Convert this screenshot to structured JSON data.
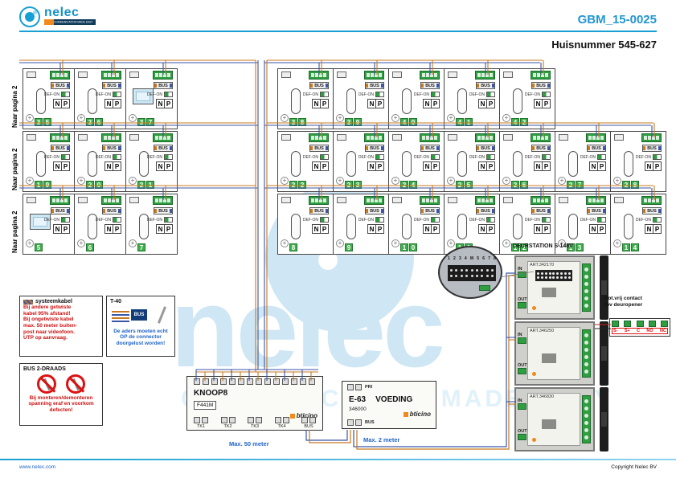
{
  "header": {
    "logo_text": "nelec",
    "tagline": "COMMUNICATION MADE EASY",
    "doc_number": "GBM_15-0025",
    "subtitle": "Huisnummer 545-627"
  },
  "page_refs": [
    "Naar pagina 2",
    "Naar pagina 2",
    "Naar pagina 2"
  ],
  "unit_labels": {
    "bus": "BUS",
    "def_on": "DEF-ON",
    "n": "N",
    "p": "P"
  },
  "unit_rows": [
    {
      "left": [
        {
          "num": "35"
        },
        {
          "num": "36"
        },
        {
          "num": "37",
          "video": true
        }
      ],
      "right": [
        {
          "num": "38"
        },
        {
          "num": "39"
        },
        {
          "num": "40"
        },
        {
          "num": "41"
        },
        {
          "num": "42"
        }
      ]
    },
    {
      "left": [
        {
          "num": "19"
        },
        {
          "num": "20"
        },
        {
          "num": "21"
        }
      ],
      "right": [
        {
          "num": "22"
        },
        {
          "num": "23"
        },
        {
          "num": "24"
        },
        {
          "num": "25"
        },
        {
          "num": "26"
        },
        {
          "num": "27"
        },
        {
          "num": "28"
        }
      ]
    },
    {
      "left": [
        {
          "num": "5",
          "video": true
        },
        {
          "num": "6"
        },
        {
          "num": "7"
        }
      ],
      "right": [
        {
          "num": "8"
        },
        {
          "num": "9"
        },
        {
          "num": "10"
        },
        {
          "num": "11"
        },
        {
          "num": "12"
        },
        {
          "num": "13"
        },
        {
          "num": "14"
        }
      ]
    }
  ],
  "notes": {
    "system_cable": {
      "title": "systeemkabel",
      "lines": [
        "Bij andere getwiste",
        "kabel 95% afstand!",
        "Bij ongetwiste kabel",
        "max. 50 meter buiten-",
        "post naar videofoon.",
        "UTP op aanvraag."
      ]
    },
    "t40": {
      "title": "T-40",
      "bus_label": "BUS",
      "note": "De aders moeten echt OP de connector doorgelust worden!"
    },
    "bus2": {
      "title": "BUS 2-DRAADS",
      "warning": "Bij monteren/demonteren spanning eraf en voorkom defecten!"
    }
  },
  "knoop8": {
    "name": "KNOOP8",
    "model": "F441M",
    "brand": "bticino",
    "terminals": [
      "TK1",
      "TK2",
      "TK3",
      "TK4",
      "BUS"
    ],
    "max_note": "Max. 50 meter"
  },
  "voeding": {
    "name": "E-63",
    "subtitle": "VOEDING",
    "model": "346000",
    "brand": "bticino",
    "top_terminal": "PRI",
    "bottom_terminal": "BUS",
    "max_note": "Max. 2 meter"
  },
  "deurstation": {
    "title": "DEURSTATION S-148V",
    "in_label": "IN",
    "out_label": "OUT",
    "modules": [
      {
        "art": "ART.342170"
      },
      {
        "art": "ART.346250"
      },
      {
        "art": "ART.346830"
      }
    ]
  },
  "zoom_detail": {
    "pins": [
      "1",
      "2",
      "3",
      "4",
      "M",
      "5",
      "6",
      "7",
      "8"
    ]
  },
  "contact": {
    "note_line1": "Pot.vrij contact",
    "note_line2": "tbv deuropener",
    "terminals": [
      "S-",
      "S+",
      "C",
      "NO",
      "NC"
    ]
  },
  "footer": {
    "left": "www.nelec.com",
    "right": "Copyright Nelec BV"
  },
  "watermark": {
    "text": "nelec",
    "tagline": "COMMUNICATION MADE EASY"
  },
  "colors": {
    "accent_blue": "#17a0d4",
    "wire_blue": "#3a56a8",
    "wire_orange": "#c8781e",
    "warning_red": "#cc1111",
    "unit_green": "#3fae4c"
  }
}
